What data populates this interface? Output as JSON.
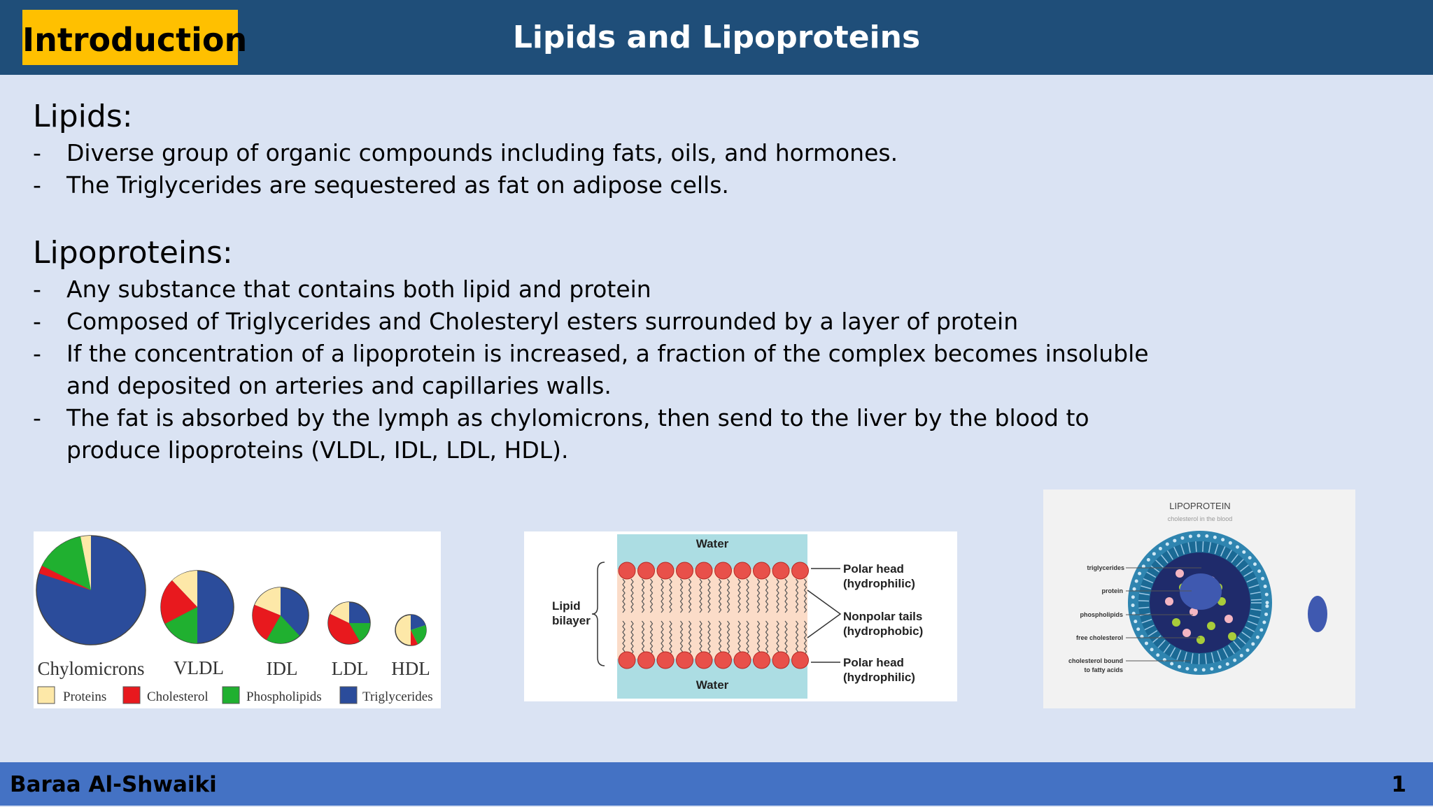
{
  "header": {
    "badge": "Introduction",
    "title": "Lipids and Lipoproteins"
  },
  "lipids": {
    "heading": "Lipids:",
    "bullets": [
      "Diverse group of organic compounds including fats, oils, and hormones.",
      "The Triglycerides are sequestered as fat on adipose cells."
    ]
  },
  "lipoproteins": {
    "heading": "Lipoproteins:",
    "bullets": [
      "Any substance that contains both lipid and protein",
      "Composed of Triglycerides and Cholesteryl esters surrounded by a layer of protein",
      "If the concentration of a lipoprotein is increased, a fraction of the complex becomes insoluble and deposited on arteries and capillaries walls.",
      "The fat is absorbed by the lymph as chylomicrons, then send to the liver by the blood to produce lipoproteins (VLDL, IDL, LDL, HDL)."
    ]
  },
  "bullet_marker": "-",
  "figure_pies": {
    "particles": [
      "Chylomicrons",
      "VLDL",
      "IDL",
      "LDL",
      "HDL"
    ],
    "legend": [
      "Proteins",
      "Cholesterol",
      "Phospholipids",
      "Triglycerides"
    ],
    "colors": {
      "Proteins": "#fde8a8",
      "Cholesterol": "#e8191e",
      "Phospholipids": "#20b030",
      "Triglycerides": "#2b4c9b"
    }
  },
  "figure_bilayer": {
    "water_top": "Water",
    "water_bottom": "Water",
    "label_left": [
      "Lipid",
      "bilayer"
    ],
    "label_head_top": [
      "Polar head",
      "(hydrophilic)"
    ],
    "label_tails": [
      "Nonpolar tails",
      "(hydrophobic)"
    ],
    "label_head_bottom": [
      "Polar head",
      "(hydrophilic)"
    ]
  },
  "figure_particle": {
    "title": "LIPOPROTEIN",
    "subtitle": "cholesterol in the blood",
    "labels": [
      "triglycerides",
      "protein",
      "phospholipids",
      "free cholesterol",
      "cholesterol bound",
      "to fatty acids"
    ]
  },
  "footer": {
    "author": "Baraa Al-Shwaiki",
    "page": "1"
  }
}
